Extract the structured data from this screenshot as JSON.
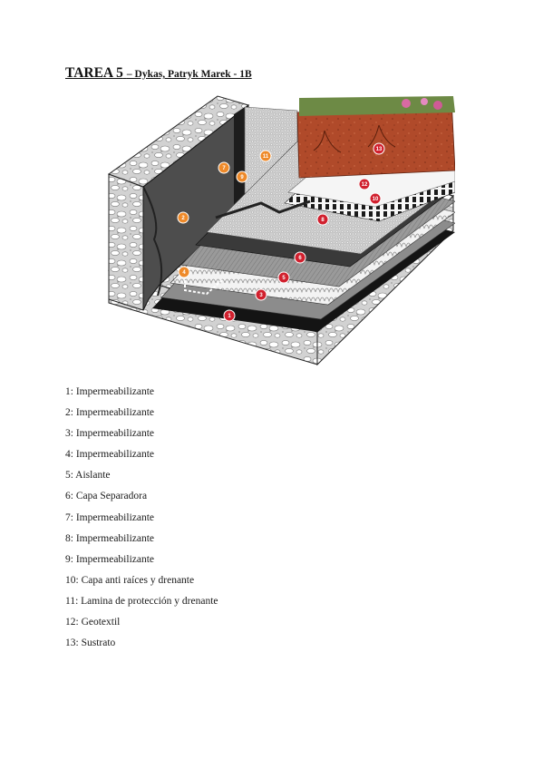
{
  "header": {
    "task": "TAREA 5",
    "author": "– Dykas, Patryk Marek - 1B"
  },
  "figure": {
    "markers": [
      {
        "n": "1",
        "color": "#d1202e"
      },
      {
        "n": "2",
        "color": "#ee8a2a"
      },
      {
        "n": "3",
        "color": "#d1202e"
      },
      {
        "n": "4",
        "color": "#ee8a2a"
      },
      {
        "n": "5",
        "color": "#d1202e"
      },
      {
        "n": "6",
        "color": "#d1202e"
      },
      {
        "n": "7",
        "color": "#ee8a2a"
      },
      {
        "n": "8",
        "color": "#d1202e"
      },
      {
        "n": "9",
        "color": "#ee8a2a"
      },
      {
        "n": "10",
        "color": "#d1202e"
      },
      {
        "n": "11",
        "color": "#ee8a2a"
      },
      {
        "n": "12",
        "color": "#d1202e"
      },
      {
        "n": "13",
        "color": "#d1202e"
      }
    ]
  },
  "legend": [
    "1: Impermeabilizante",
    "2: Impermeabilizante",
    "3: Impermeabilizante",
    "4: Impermeabilizante",
    "5: Aislante",
    "6: Capa Separadora",
    "7: Impermeabilizante",
    "8: Impermeabilizante",
    "9: Impermeabilizante",
    "10: Capa anti raíces y drenante",
    "11: Lamina de protección y drenante",
    "12: Geotextil",
    "13: Sustrato"
  ]
}
